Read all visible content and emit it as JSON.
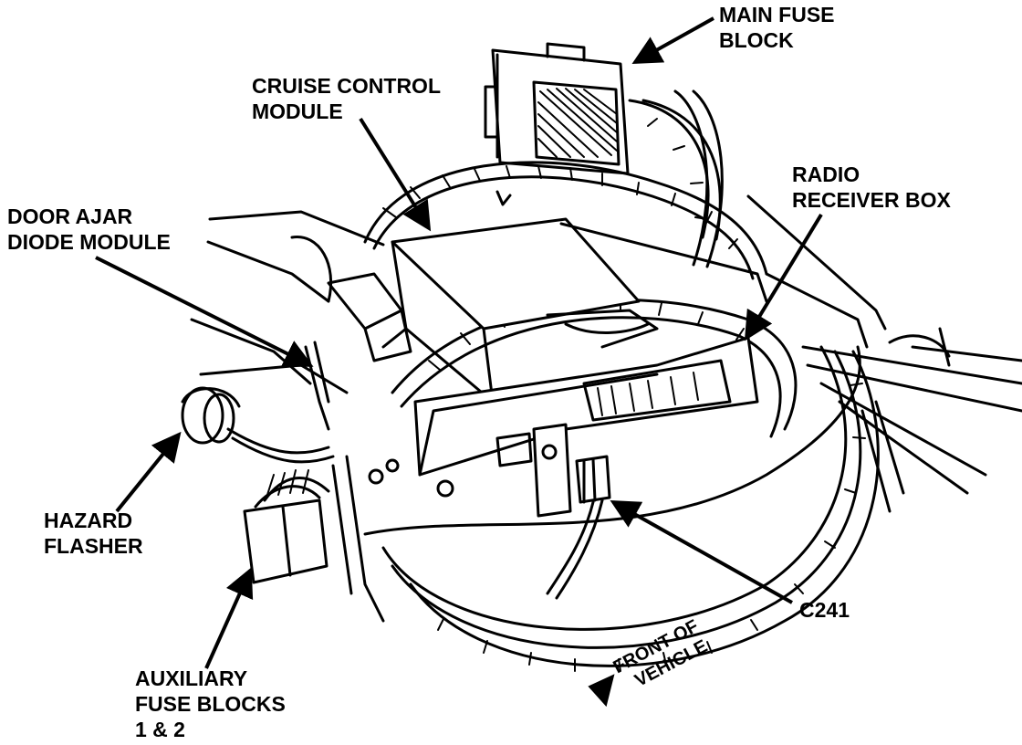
{
  "labels": {
    "main_fuse_block": [
      "MAIN FUSE",
      "BLOCK"
    ],
    "cruise_control_module": [
      "CRUISE CONTROL",
      "MODULE"
    ],
    "radio_receiver_box": [
      "RADIO",
      "RECEIVER BOX"
    ],
    "door_ajar_diode_module": [
      "DOOR AJAR",
      "DIODE MODULE"
    ],
    "hazard_flasher": [
      "HAZARD",
      "FLASHER"
    ],
    "c241": "C241",
    "auxiliary_fuse_blocks": [
      "AUXILIARY",
      "FUSE BLOCKS",
      "1 & 2"
    ],
    "front_of_vehicle": [
      "FRONT OF",
      "VEHICLE"
    ]
  },
  "colors": {
    "ink": "#000000",
    "paper": "#ffffff"
  }
}
